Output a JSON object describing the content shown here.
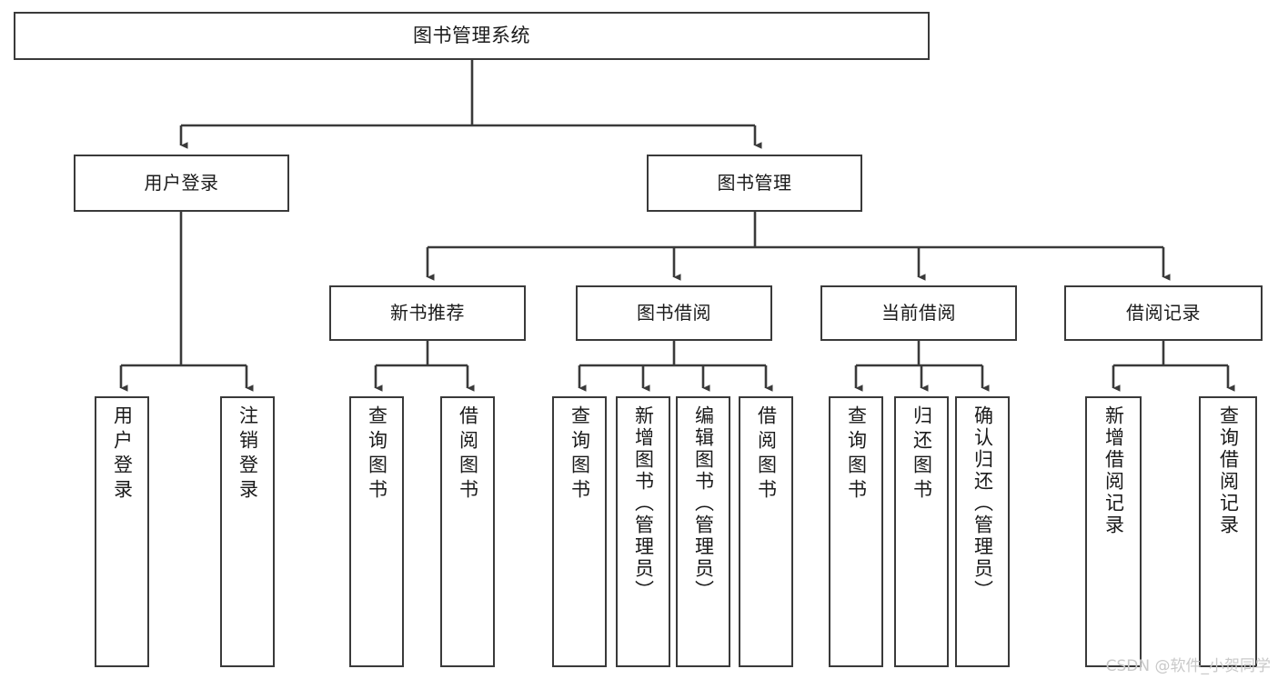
{
  "diagram": {
    "title": "图书管理系统",
    "type": "hierarchy-tree",
    "stroke_color": "#3a3a3a",
    "fill_color": "#ffffff",
    "text_color": "#1a1a1a"
  },
  "nodes": {
    "root": {
      "label": "图书管理系统"
    },
    "level1": [
      {
        "label": "用户登录"
      },
      {
        "label": "图书管理"
      }
    ],
    "level2": [
      {
        "label": "新书推荐"
      },
      {
        "label": "图书借阅"
      },
      {
        "label": "当前借阅"
      },
      {
        "label": "借阅记录"
      }
    ],
    "leaves": {
      "user_login": [
        {
          "label": "用户登录"
        },
        {
          "label": "注销登录"
        }
      ],
      "new_book": [
        {
          "label": "查询图书"
        },
        {
          "label": "借阅图书"
        }
      ],
      "book_borrow": [
        {
          "label": "查询图书"
        },
        {
          "label": "新增图书（管理员）"
        },
        {
          "label": "编辑图书（管理员）"
        },
        {
          "label": "借阅图书"
        }
      ],
      "current_borrow": [
        {
          "label": "查询图书"
        },
        {
          "label": "归还图书"
        },
        {
          "label": "确认归还（管理员）"
        }
      ],
      "borrow_record": [
        {
          "label": "新增借阅记录"
        },
        {
          "label": "查询借阅记录"
        }
      ]
    }
  },
  "watermark": {
    "text": "CSDN @软件_小贺同学"
  }
}
